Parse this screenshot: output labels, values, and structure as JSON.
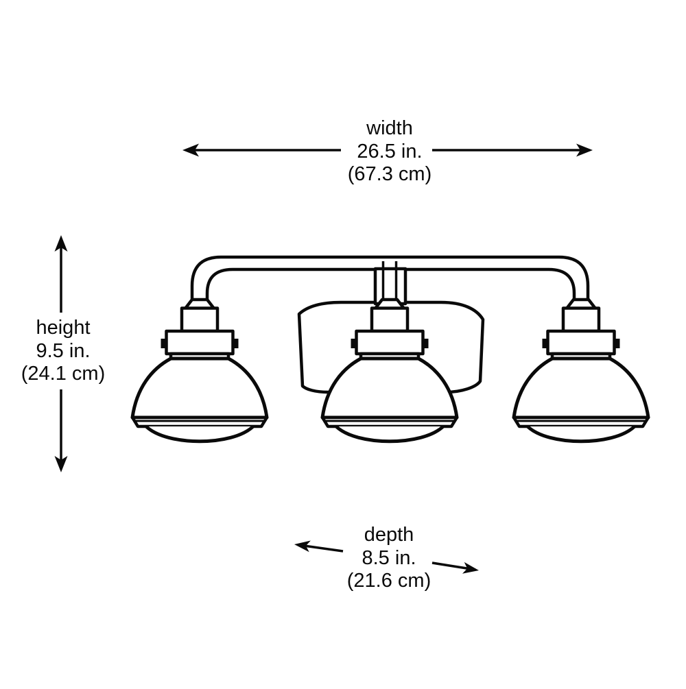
{
  "figure": "three-light-vanity-fixture-dimension-diagram",
  "colors": {
    "line": "#0a0a0a",
    "background": "#ffffff"
  },
  "dimensions": {
    "width": {
      "label": "width",
      "value_in": "26.5 in.",
      "value_cm": "(67.3 cm)"
    },
    "height": {
      "label": "height",
      "value_in": "9.5 in.",
      "value_cm": "(24.1 cm)"
    },
    "depth": {
      "label": "depth",
      "value_in": "8.5 in.",
      "value_cm": "(21.6 cm)"
    }
  },
  "fixture": {
    "lamp_count": 3
  }
}
